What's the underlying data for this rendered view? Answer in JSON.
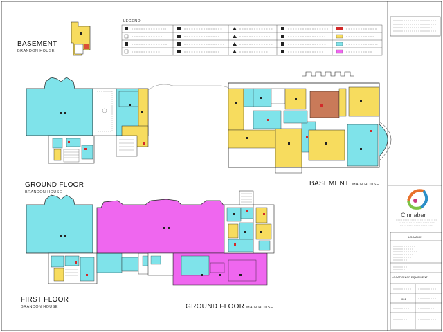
{
  "sheet": {
    "legend_title": "LEGEND",
    "colors": {
      "cyan": "#7fe3ea",
      "yellow": "#f7dc5e",
      "magenta": "#ef67ef",
      "brown": "#c97a59",
      "red": "#d22a2a",
      "line": "#222222"
    }
  },
  "labels": {
    "basement_brandon_title": "BASEMENT",
    "basement_brandon_sub": "BRANDON HOUSE",
    "ground_brandon_title": "GROUND FLOOR",
    "ground_brandon_sub": "BRANDON HOUSE",
    "basement_main_title": "BASEMENT",
    "basement_main_sub": "MAIN HOUSE",
    "first_brandon_title": "FIRST FLOOR",
    "first_brandon_sub": "BRANDON HOUSE",
    "ground_main_title": "GROUND FLOOR",
    "ground_main_sub": "MAIN HOUSE"
  },
  "logo": {
    "name": "Cinnabar"
  },
  "titleblock": {
    "drawing_title": "LOCATION",
    "project_title": "LOCATION OF EQUIPMENT",
    "sheet_no": "001"
  }
}
